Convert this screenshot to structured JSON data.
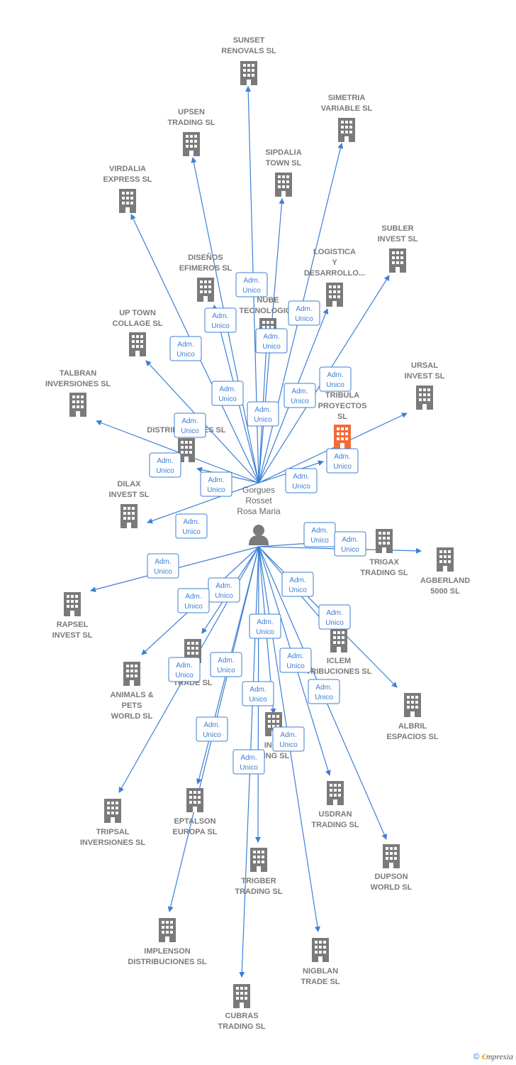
{
  "colors": {
    "edge": "#3b7fd6",
    "building": "#7a7a7a",
    "highlight": "#f26b38",
    "label_border": "#3b7fd6"
  },
  "center": {
    "label_lines": [
      "Gorgues",
      "Rosset",
      "Rosa Maria"
    ],
    "icon": "person-icon"
  },
  "edge_label_lines": [
    "Adm.",
    "Unico"
  ],
  "companies": [
    {
      "id": "sunset",
      "lines": [
        "SUNSET",
        "RENOVALS SL"
      ]
    },
    {
      "id": "simetria",
      "lines": [
        "SIMETRIA",
        "VARIABLE SL"
      ]
    },
    {
      "id": "upsen",
      "lines": [
        "UPSEN",
        "TRADING SL"
      ]
    },
    {
      "id": "sipdalia",
      "lines": [
        "SIPDALIA",
        "TOWN SL"
      ]
    },
    {
      "id": "virdalia",
      "lines": [
        "VIRDALIA",
        "EXPRESS SL"
      ]
    },
    {
      "id": "subler",
      "lines": [
        "SUBLER",
        "INVEST SL"
      ]
    },
    {
      "id": "disenos",
      "lines": [
        "DISEÑOS",
        "EFIMEROS SL"
      ]
    },
    {
      "id": "logistica",
      "lines": [
        "LOGISTICA",
        "Y",
        "DESARROLLO..."
      ]
    },
    {
      "id": "nube",
      "lines": [
        "NUBE",
        "TECNOLOGICA"
      ]
    },
    {
      "id": "uptown",
      "lines": [
        "UP TOWN",
        "COLLAGE SL"
      ]
    },
    {
      "id": "ursal",
      "lines": [
        "URSAL",
        "INVEST SL"
      ]
    },
    {
      "id": "talbran",
      "lines": [
        "TALBRAN",
        "INVERSIONES SL"
      ]
    },
    {
      "id": "tribula",
      "lines": [
        "TRIBULA",
        "PROYECTOS",
        "SL"
      ],
      "highlight": true
    },
    {
      "id": "distrib1",
      "lines": [
        "E",
        "DISTRIBUCIONES SL"
      ]
    },
    {
      "id": "dilax",
      "lines": [
        "DILAX",
        "INVEST SL"
      ]
    },
    {
      "id": "trigax",
      "lines": [
        "TRIGAX",
        "TRADING SL"
      ]
    },
    {
      "id": "agberland",
      "lines": [
        "AGBERLAND",
        "5000 SL"
      ]
    },
    {
      "id": "rapsel",
      "lines": [
        "RAPSEL",
        "INVEST SL"
      ]
    },
    {
      "id": "iclem",
      "lines": [
        "ICLEM",
        "TRIBUCIONES SL"
      ]
    },
    {
      "id": "trade1",
      "lines": [
        "ON",
        "TRADE SL"
      ]
    },
    {
      "id": "animals",
      "lines": [
        "ANIMALS &",
        "PETS",
        "WORLD SL"
      ]
    },
    {
      "id": "albril",
      "lines": [
        "ALBRIL",
        "ESPACIOS SL"
      ]
    },
    {
      "id": "iner",
      "lines": [
        "INER",
        "DING SL"
      ]
    },
    {
      "id": "tripsal",
      "lines": [
        "TRIPSAL",
        "INVERSIONES SL"
      ]
    },
    {
      "id": "eptalson",
      "lines": [
        "EPTALSON",
        "EUROPA SL"
      ]
    },
    {
      "id": "usdran",
      "lines": [
        "USDRAN",
        "TRADING SL"
      ]
    },
    {
      "id": "dupson",
      "lines": [
        "DUPSON",
        "WORLD SL"
      ]
    },
    {
      "id": "trigber",
      "lines": [
        "TRIGBER",
        "TRADING SL"
      ]
    },
    {
      "id": "implenson",
      "lines": [
        "IMPLENSON",
        "DISTRIBUCIONES SL"
      ]
    },
    {
      "id": "nigblan",
      "lines": [
        "NIGBLAN",
        "TRADE SL"
      ]
    },
    {
      "id": "cubras",
      "lines": [
        "CUBRAS",
        "TRADING SL"
      ]
    }
  ],
  "footer": {
    "copyright": "©",
    "brand_first": "€",
    "brand_rest": "mpresia"
  }
}
